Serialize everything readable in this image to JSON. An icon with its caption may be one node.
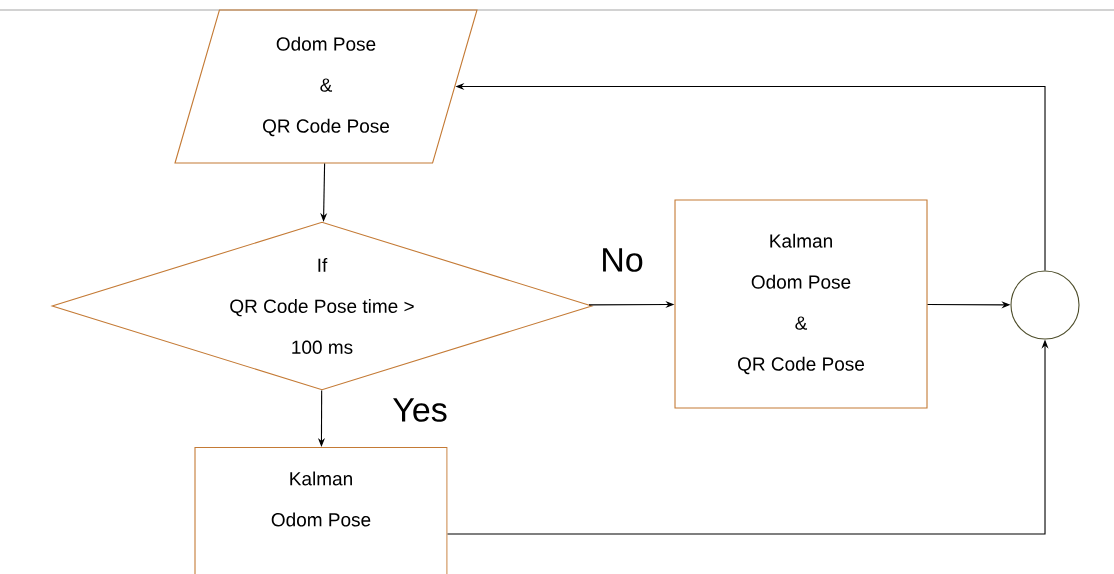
{
  "diagram": {
    "nodes": [
      {
        "text": [
          "Odom Pose",
          "&",
          "QR Code Pose"
        ]
      },
      {
        "text": [
          "If",
          "QR Code Pose time >",
          "100 ms"
        ]
      },
      {
        "text": [
          "Kalman",
          "Odom Pose",
          "&",
          "QR Code Pose"
        ]
      },
      {
        "text": [],
        "shape": "circle"
      },
      {
        "text": [
          "Kalman",
          "Odom Pose"
        ]
      }
    ],
    "edges": [
      {
        "from": 0,
        "to": 1,
        "arrow": "to"
      },
      {
        "from": 1,
        "to": 2,
        "arrow": "to",
        "label": "No"
      },
      {
        "from": 1,
        "to": 4,
        "arrow": "to",
        "label": "Yes"
      },
      {
        "from": 2,
        "to": 3,
        "arrow": "to"
      },
      {
        "from": 4,
        "to": 3,
        "arrow": "to"
      },
      {
        "from": 3,
        "to": 0,
        "arrow": "to"
      }
    ]
  }
}
